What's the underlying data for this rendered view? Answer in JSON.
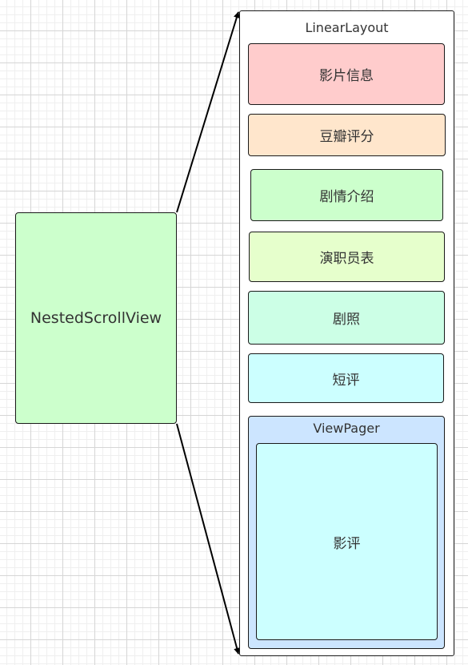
{
  "diagram": {
    "nested_scroll_view": {
      "label": "NestedScrollView",
      "color": "#ccffcc"
    },
    "linear_layout": {
      "label": "LinearLayout",
      "color": "#ffffff"
    },
    "sections": [
      {
        "label": "影片信息",
        "color": "#ffcccc"
      },
      {
        "label": "豆瓣评分",
        "color": "#ffe6cc"
      },
      {
        "label": "剧情介绍",
        "color": "#ccffcc"
      },
      {
        "label": "演职员表",
        "color": "#e6ffcc"
      },
      {
        "label": "剧照",
        "color": "#ccffe6"
      },
      {
        "label": "短评",
        "color": "#ccffff"
      }
    ],
    "view_pager": {
      "label": "ViewPager",
      "color": "#cce5ff",
      "page": {
        "label": "影评",
        "color": "#ccffff"
      }
    }
  }
}
